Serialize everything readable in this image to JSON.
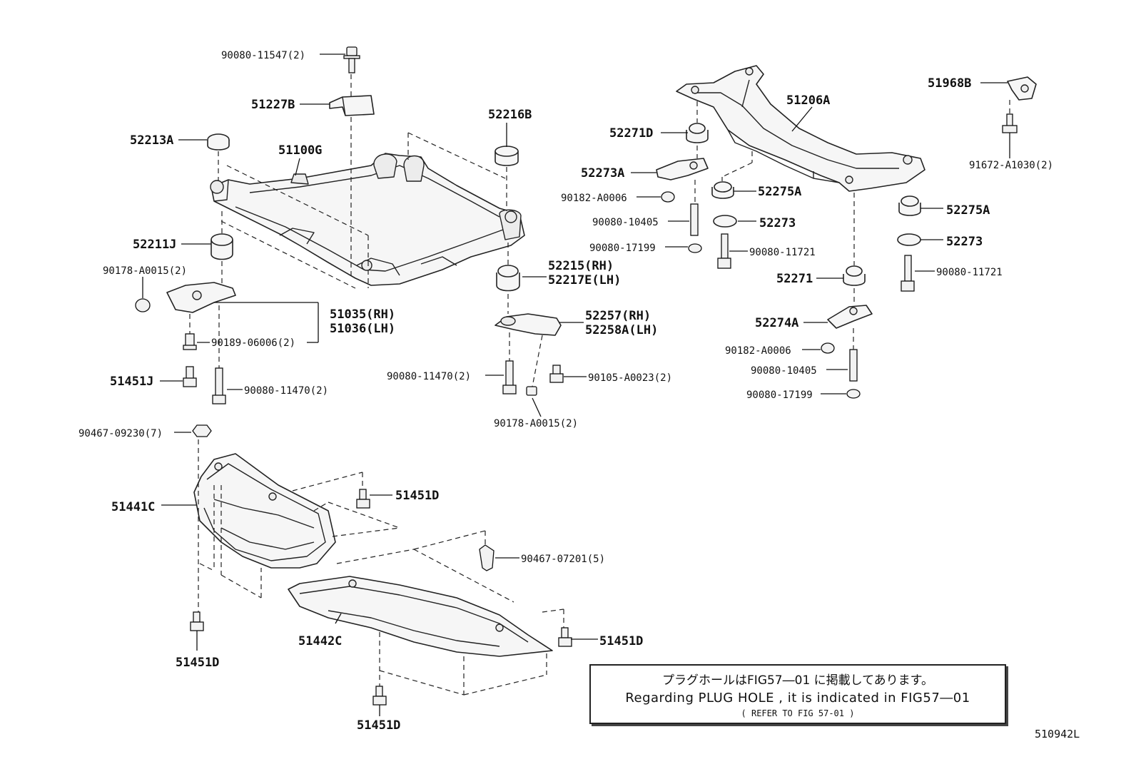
{
  "labels": {
    "b1": "90080-11547(2)",
    "b2": "51227B",
    "b3": "52213A",
    "b4": "51100G",
    "b5": "52216B",
    "b6": "52211J",
    "b7": "90178-A0015(2)",
    "b8": "52215(RH)",
    "b9": "52217E(LH)",
    "b10": "51035(RH)",
    "b11": "51036(LH)",
    "b12": "90189-06006(2)",
    "b13": "51451J",
    "b14": "90080-11470(2)",
    "b15": "52257(RH)",
    "b16": "52258A(LH)",
    "b17": "90080-11470(2)",
    "b18": "90105-A0023(2)",
    "b19": "90178-A0015(2)",
    "b20": "51206A",
    "b21": "52271D",
    "b22": "52273A",
    "b23": "90182-A0006",
    "b24": "90080-10405",
    "b25": "90080-17199",
    "b26": "52275A",
    "b27": "52273",
    "b28": "90080-11721",
    "b29": "52271",
    "b30": "52274A",
    "b31": "90182-A0006",
    "b32": "90080-10405",
    "b33": "90080-17199",
    "b34": "51968B",
    "b35": "91672-A1030(2)",
    "b36": "52275A",
    "b37": "52273",
    "b38": "90080-11721",
    "b39": "90467-09230(7)",
    "b40": "51441C",
    "b41": "51451D",
    "b42": "90467-07201(5)",
    "b43": "51442C",
    "b44": "51451D",
    "b45": "51451D",
    "b46": "51451D"
  },
  "note": {
    "line1": "プラグホールはFIG57―01 に掲載してあります。",
    "line2": "Regarding  PLUG HOLE , it is indicated in FIG57―01",
    "line3": "( REFER TO FIG 57-01 )"
  },
  "figure_id": "510942L"
}
